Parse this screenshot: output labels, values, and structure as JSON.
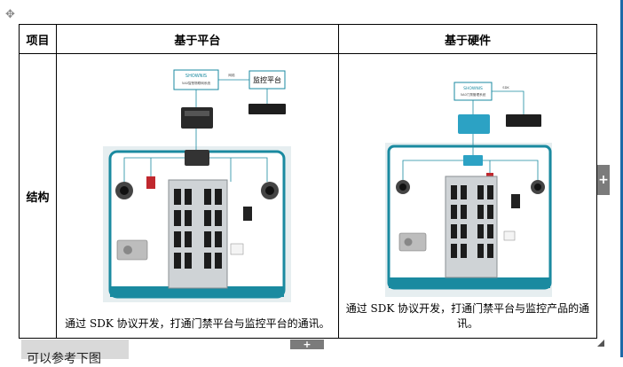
{
  "table": {
    "headers": [
      "项目",
      "基于平台",
      "基于硬件"
    ],
    "row_label": "结构",
    "platform_caption": "通过 SDK 协议开发，打通门禁平台与监控平台的通讯。",
    "hardware_caption": "通过 SDK 协议开发，打通门禁平台与监控产品的通讯。"
  },
  "platform_diagram": {
    "system_title": "SHOWNIS",
    "system_subtitle": "5A0智慧物联网系统",
    "network_label": "网络",
    "monitor_platform": "监控平台"
  },
  "hardware_diagram": {
    "system_title": "SHOWNIS",
    "system_subtitle": "5A0门禁管理系统",
    "sdk_label": "SDK"
  },
  "controls": {
    "side_handle": "+",
    "bottom_handle": "+",
    "move_handle": "✥"
  },
  "below_text": "可以参考下图"
}
